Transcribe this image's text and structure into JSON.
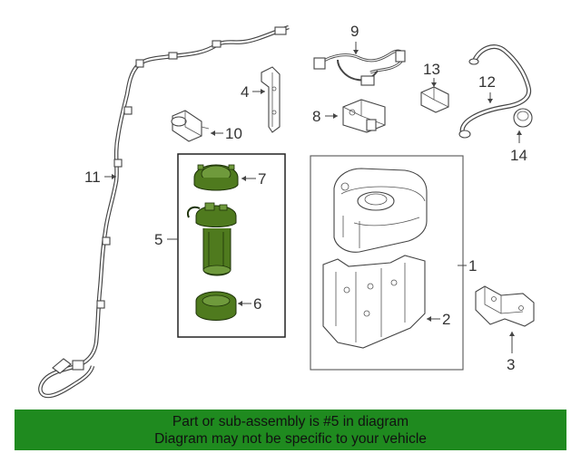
{
  "diagram": {
    "callouts": {
      "c1": "1",
      "c2": "2",
      "c3": "3",
      "c4": "4",
      "c5": "5",
      "c6": "6",
      "c7": "7",
      "c8": "8",
      "c9": "9",
      "c10": "10",
      "c11": "11",
      "c12": "12",
      "c13": "13",
      "c14": "14"
    },
    "highlight_color": "#4f7a1e"
  },
  "banner": {
    "line1": "Part or sub-assembly is #5 in diagram",
    "line2": "Diagram may not be specific to your vehicle",
    "background_color": "#1f8a1f"
  }
}
